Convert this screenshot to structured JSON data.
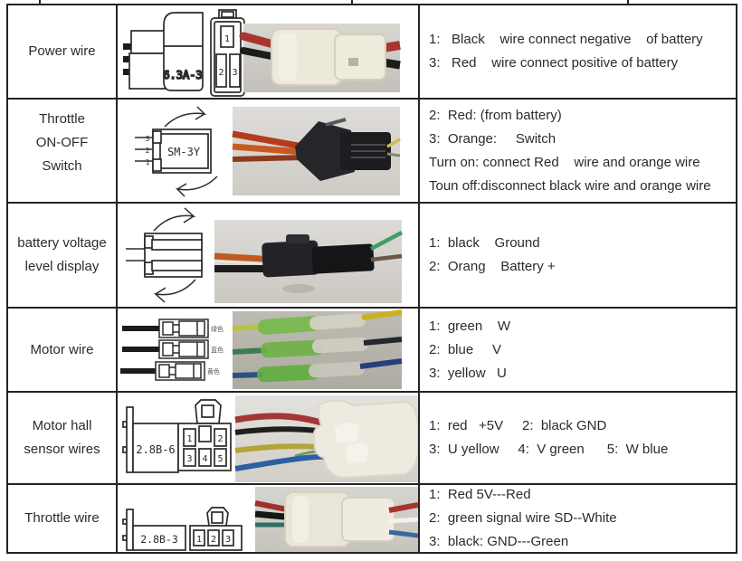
{
  "colors": {
    "table_border": "#232323",
    "text": "#2b2b2b",
    "wire_red": "#a93530",
    "wire_black": "#1c1c1c",
    "wire_orange": "#c05a22",
    "wire_green": "#3f9e63",
    "wire_blue": "#2f5fa3",
    "wire_yellow": "#b3a437",
    "wire_white": "#f3f1ea",
    "wire_brown": "#6d5747",
    "connector_cream": "#ece8da",
    "connector_black": "#202024",
    "splice_sheath_green": "#76b84a"
  },
  "rows": [
    {
      "label_lines": [
        "Power wire"
      ],
      "diagram": {
        "part_code": "6.3A-3",
        "pins": [
          "1",
          "2",
          "3"
        ]
      },
      "desc_lines": [
        "1:   Black    wire connect negative    of battery",
        "3:   Red    wire connect positive of battery"
      ]
    },
    {
      "label_lines": [
        "Throttle",
        "ON-OFF",
        "Switch"
      ],
      "diagram": {
        "part_code": "SM-3Y",
        "pins": [
          "3",
          "2",
          "1"
        ]
      },
      "desc_lines": [
        "2:  Red: (from battery)",
        "3:  Orange:     Switch",
        "Turn on: connect Red    wire and orange wire",
        "Toun off:disconnect black wire and orange wire"
      ]
    },
    {
      "label_lines": [
        "battery voltage",
        "level display"
      ],
      "diagram": {
        "part_code": ""
      },
      "desc_lines": [
        "1:  black    Ground",
        "2:  Orang    Battery +"
      ]
    },
    {
      "label_lines": [
        "Motor wire"
      ],
      "diagram": {
        "part_code": "",
        "wire_labels": [
          "绿色",
          "蓝色",
          "黄色"
        ]
      },
      "desc_lines": [
        "1:  green    W",
        "2:  blue     V",
        "3:  yellow   U"
      ]
    },
    {
      "label_lines": [
        "Motor hall",
        "sensor wires"
      ],
      "diagram": {
        "part_code": "2.8B-6",
        "pins": [
          "1",
          "2",
          "3",
          "4",
          "5"
        ]
      },
      "desc_lines": [
        "1:  red   +5V     2:  black GND",
        "3:  U yellow     4:  V green      5:  W blue"
      ]
    },
    {
      "label_lines": [
        "Throttle wire"
      ],
      "diagram": {
        "part_code": "2.8B-3",
        "pins": [
          "1",
          "2",
          "3"
        ]
      },
      "desc_lines": [
        "1:  Red 5V---Red",
        "2:  green signal wire SD--White",
        "3:  black: GND---Green"
      ]
    }
  ]
}
